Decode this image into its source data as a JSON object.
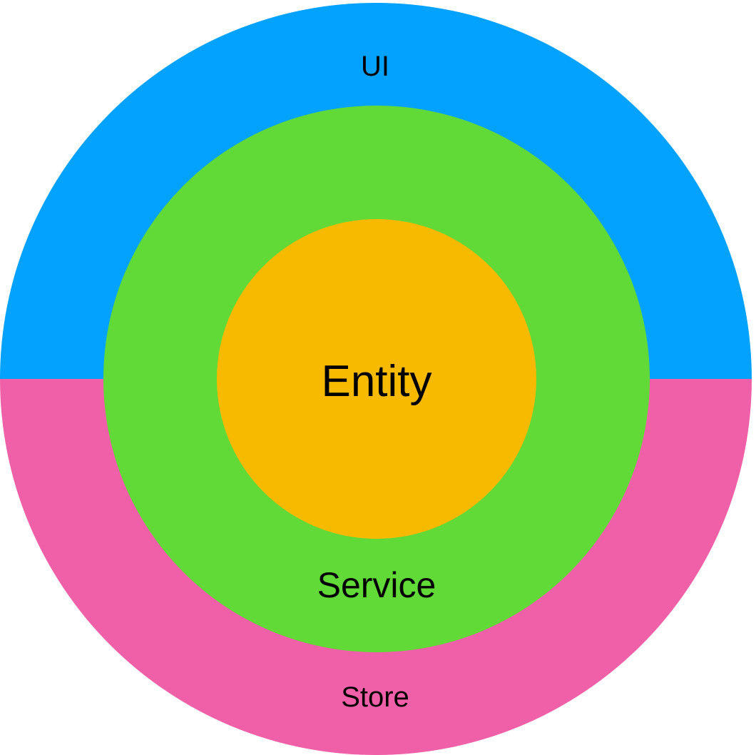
{
  "diagram": {
    "layers": {
      "ui": {
        "label": "UI",
        "color": "#03A2FE"
      },
      "store": {
        "label": "Store",
        "color": "#F060A8"
      },
      "service": {
        "label": "Service",
        "color": "#61DA38"
      },
      "entity": {
        "label": "Entity",
        "color": "#F8BA00"
      }
    }
  }
}
